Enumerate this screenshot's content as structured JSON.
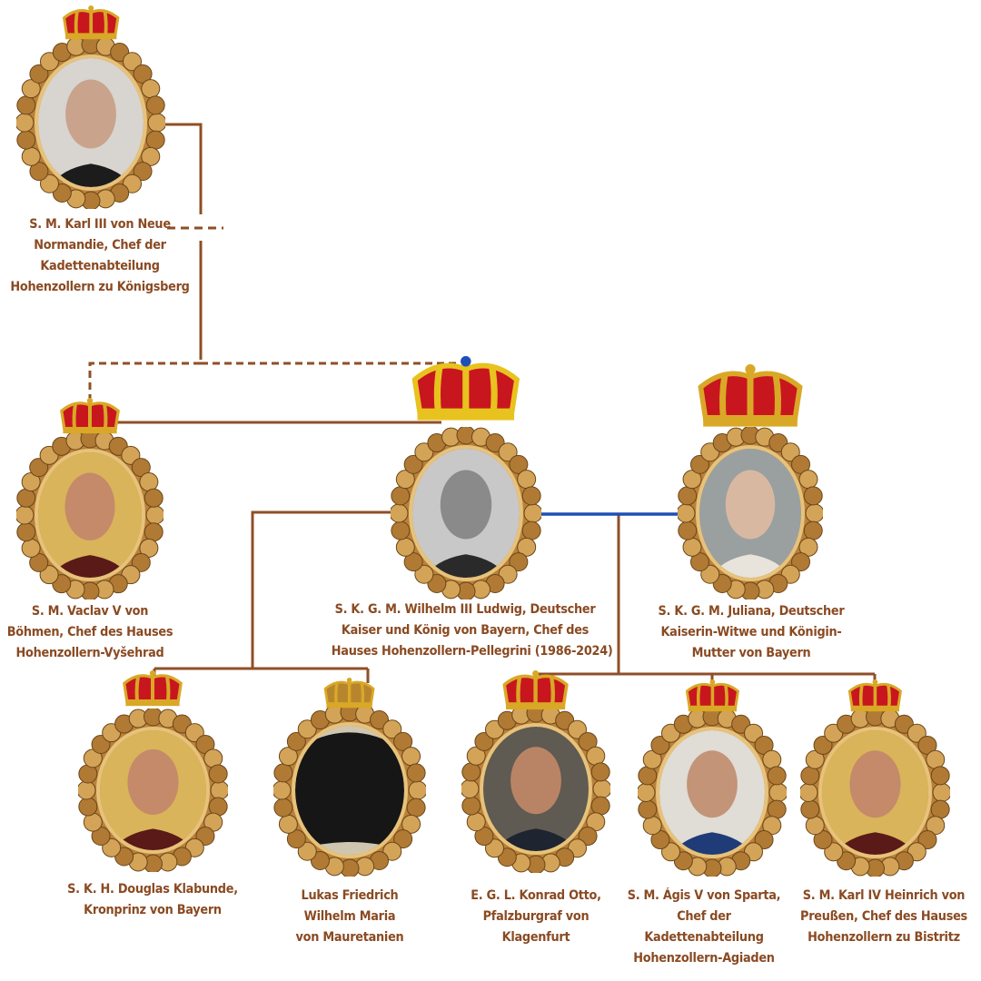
{
  "colors": {
    "line": "#8f4f27",
    "spouse_line": "#1f4fb5",
    "text": "#8a4a22",
    "gold": "#c08a3a"
  },
  "people": [
    {
      "id": "karl-iii",
      "lines": [
        "S. M. Karl III von Neue",
        "Normandie, Chef der",
        "Kadettenabteilung",
        "Hohenzollern zu Königsberg"
      ],
      "crown": "royal",
      "portrait": "elderly-man"
    },
    {
      "id": "vaclav-v",
      "lines": [
        "S. M. Vaclav V von",
        "Böhmen, Chef des Hauses",
        "Hohenzollern-Vyšehrad"
      ],
      "crown": "royal",
      "portrait": "young-man"
    },
    {
      "id": "wilhelm-iii",
      "lines": [
        "S. K. G. M. Wilhelm III Ludwig, Deutscher",
        "Kaiser und König von Bayern, Chef des",
        "Hauses Hohenzollern-Pellegrini (1986-2024)"
      ],
      "crown": "imperial",
      "portrait": "bw-man"
    },
    {
      "id": "juliana",
      "lines": [
        "S. K. G. M. Juliana, Deutscher",
        "Kaiserin-Witwe und Königin-",
        "Mutter von Bayern"
      ],
      "crown": "royal",
      "portrait": "elderly-woman"
    },
    {
      "id": "douglas",
      "lines": [
        "S. K. H. Douglas Klabunde,",
        "Kronprinz von Bayern"
      ],
      "crown": "royal",
      "portrait": "young-man"
    },
    {
      "id": "lukas",
      "lines": [
        "Lukas Friedrich",
        "Wilhelm Maria",
        "von Mauretanien"
      ],
      "crown": "small",
      "portrait": "veiled"
    },
    {
      "id": "konrad",
      "lines": [
        "E. G. L. Konrad Otto,",
        "Pfalzburgraf von",
        "Klagenfurt"
      ],
      "crown": "royal",
      "portrait": "bearded-man"
    },
    {
      "id": "agis-v",
      "lines": [
        "S. M. Ágis V von Sparta,",
        "Chef der",
        "Kadettenabteilung",
        "Hohenzollern-Agiaden"
      ],
      "crown": "royal",
      "portrait": "grey-bearded-man"
    },
    {
      "id": "karl-iv",
      "lines": [
        "S. M. Karl IV Heinrich von",
        "Preußen, Chef des Hauses",
        "Hohenzollern zu Bistritz"
      ],
      "crown": "royal",
      "portrait": "young-man"
    }
  ]
}
